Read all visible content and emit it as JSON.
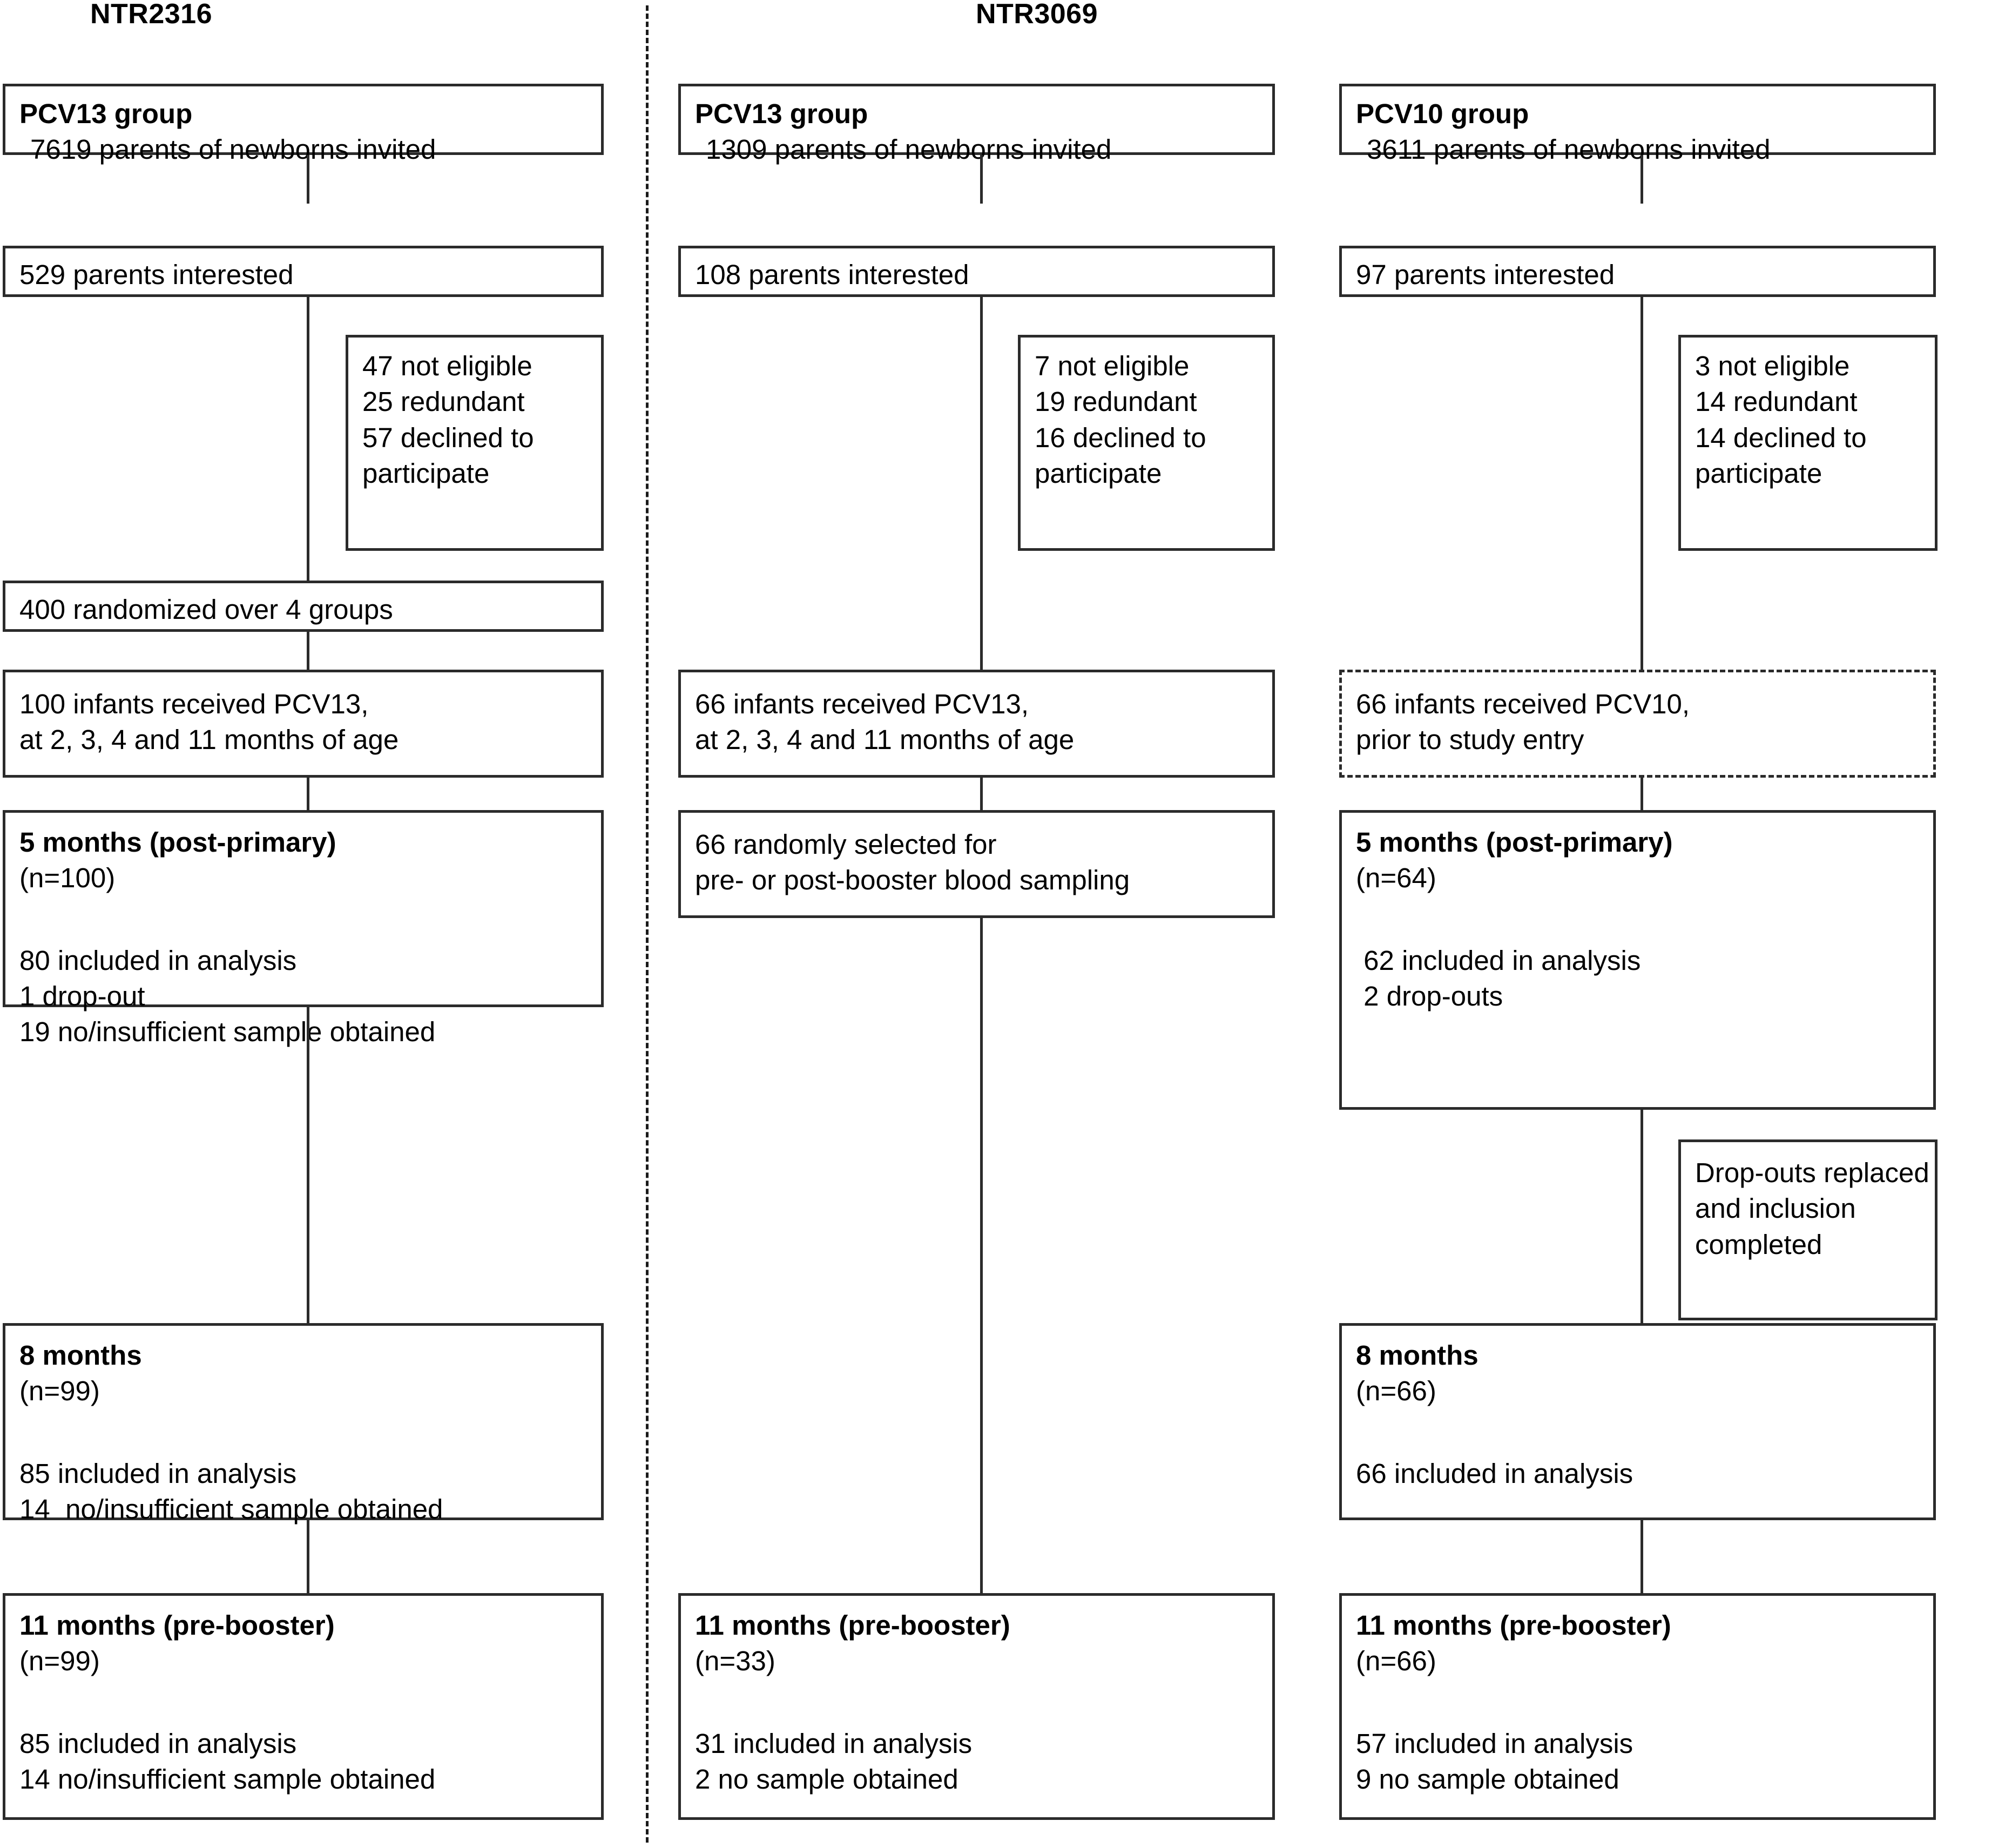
{
  "columns": [
    {
      "title": "NTR2316"
    },
    {
      "title": "NTR3069"
    }
  ],
  "col1": {
    "invited": {
      "group_label": "PCV13 group",
      "invited_line": "7619 parents of newborns invited"
    },
    "interested": "529 parents interested",
    "excluded": {
      "not_eligible": "47 not eligible",
      "redundant": "25 redundant",
      "declined1": "57 declined to",
      "declined2": "participate"
    },
    "randomized": "400 randomized over 4 groups",
    "received": {
      "line1": "100 infants received PCV13,",
      "line2": "at 2, 3, 4 and 11 months of age"
    },
    "m5": {
      "title": "5 months (post-primary)",
      "n": "(n=100)",
      "included": "80 included in analysis",
      "dropout": "1 drop-out",
      "nosample": "19 no/insufficient sample obtained"
    },
    "m8": {
      "title": "8 months",
      "n": "(n=99)",
      "included": "85 included in analysis",
      "nosample": "14  no/insufficient sample obtained"
    },
    "m11": {
      "title": "11 months (pre-booster)",
      "n": "(n=99)",
      "included": "85 included in analysis",
      "nosample": "14 no/insufficient sample obtained"
    }
  },
  "col2": {
    "invited": {
      "group_label": "PCV13 group",
      "invited_line": "1309 parents of newborns invited"
    },
    "interested": "108 parents interested",
    "excluded": {
      "not_eligible": "7 not eligible",
      "redundant": "19 redundant",
      "declined1": "16 declined to",
      "declined2": "participate"
    },
    "received": {
      "line1": "66 infants received PCV13,",
      "line2": "at 2, 3, 4 and 11 months of age"
    },
    "selected": {
      "line1": "66 randomly selected for",
      "line2": "pre- or post-booster blood sampling"
    },
    "m11": {
      "title": "11 months (pre-booster)",
      "n": "(n=33)",
      "included": "31 included in analysis",
      "nosample": "2 no sample obtained"
    }
  },
  "col3": {
    "invited": {
      "group_label": "PCV10 group",
      "invited_line": "3611 parents of newborns invited"
    },
    "interested": "97 parents interested",
    "excluded": {
      "not_eligible": "3 not eligible",
      "redundant": "14 redundant",
      "declined1": "14 declined to",
      "declined2": "participate"
    },
    "received": {
      "line1": "66 infants received PCV10,",
      "line2": "prior to study entry"
    },
    "m5": {
      "title": "5 months (post-primary)",
      "n": "(n=64)",
      "included": " 62 included in analysis",
      "dropout": " 2 drop-outs"
    },
    "replaced": {
      "line1": "Drop-outs replaced",
      "line2": "and inclusion",
      "line3": "completed"
    },
    "m8": {
      "title": "8 months",
      "n": "(n=66)",
      "included": "66 included in analysis"
    },
    "m11": {
      "title": "11 months (pre-booster)",
      "n": "(n=66)",
      "included": "57 included in analysis",
      "nosample": "9 no sample obtained"
    }
  }
}
